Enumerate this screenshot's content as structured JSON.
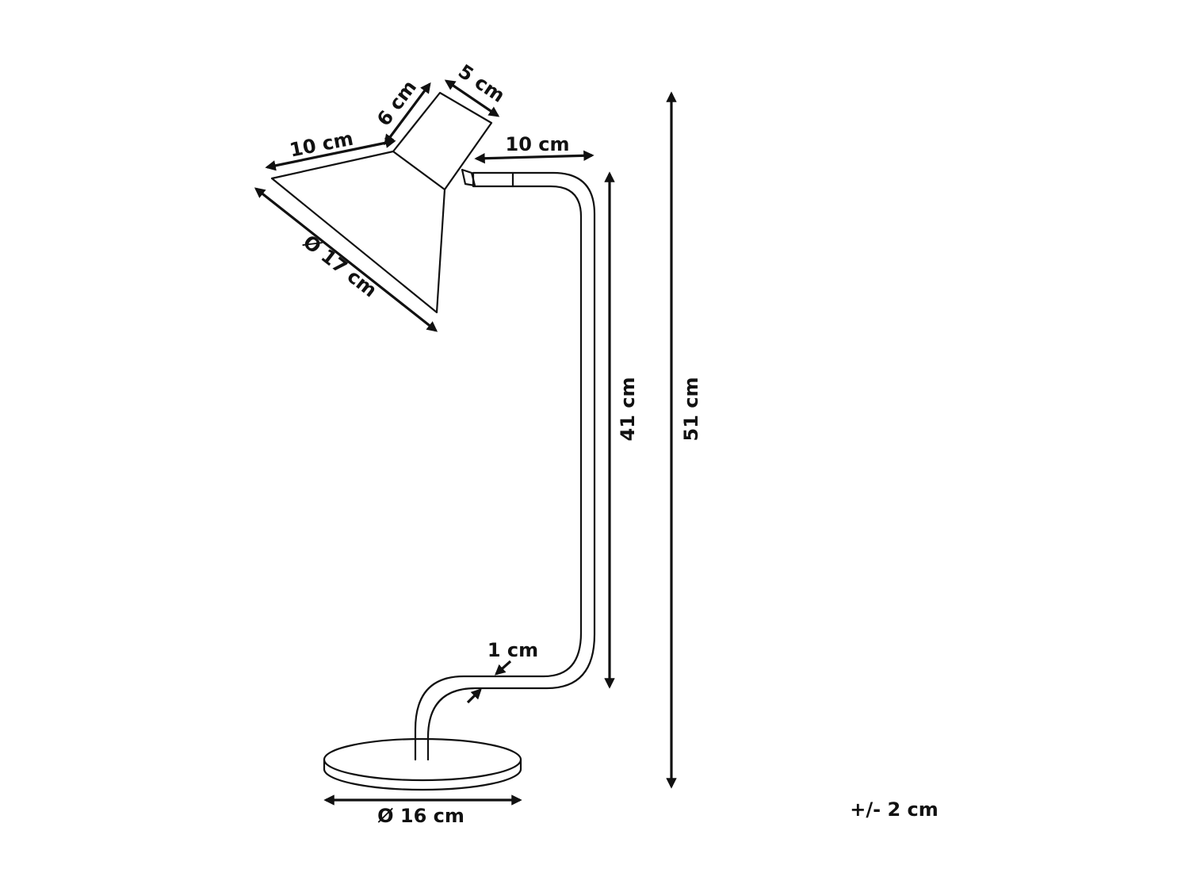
{
  "dimensions": {
    "shade_length": "10 cm",
    "neck_length": "6 cm",
    "neck_diameter": "5 cm",
    "arm_reach": "10 cm",
    "shade_diameter": "Ø 17 cm",
    "stem_height": "41 cm",
    "total_height": "51 cm",
    "tube_thickness": "1 cm",
    "base_diameter": "Ø 16 cm"
  },
  "tolerance": "+/- 2 cm",
  "colors": {
    "line": "#111111",
    "background": "#ffffff"
  }
}
